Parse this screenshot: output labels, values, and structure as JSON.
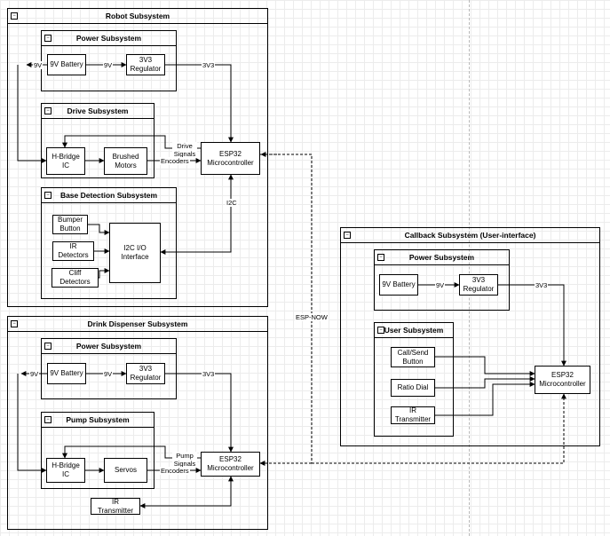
{
  "containers": {
    "robot": "Robot Subsystem",
    "robot_power": "Power Subsystem",
    "robot_drive": "Drive Subsystem",
    "robot_base": "Base Detection Subsystem",
    "drink": "Drink Dispenser Subsystem",
    "drink_power": "Power Subsystem",
    "drink_pump": "Pump Subsystem",
    "callback": "Callback Subsystem (User-interface)",
    "cb_power": "Power Subsystem",
    "cb_user": "User Subsystem"
  },
  "nodes": {
    "r_battery": "9V Battery",
    "r_regulator": "3V3 Regulator",
    "r_hbridge": "H-Bridge IC",
    "r_motors": "Brushed Motors",
    "r_esp32": "ESP32 Microcontroller",
    "r_bumper": "Bumper Button",
    "r_ir_detectors": "IR Detectors",
    "r_cliff": "Cliff Detectors",
    "r_i2c": "I2C I/O Interface",
    "d_battery": "9V Battery",
    "d_regulator": "3V3 Regulator",
    "d_hbridge": "H-Bridge IC",
    "d_servos": "Servos",
    "d_esp32": "ESP32 Microcontroller",
    "d_ir_tx": "IR Transmitter",
    "c_battery": "9V Battery",
    "c_regulator": "3V3 Regulator",
    "c_call": "Call/Send Button",
    "c_ratio": "Ratio Dial",
    "c_ir_tx": "IR Transmitter",
    "c_esp32": "ESP32 Microcontroller"
  },
  "edge_labels": {
    "r_9v_left": "9V",
    "r_9v_mid": "9V",
    "r_3v3": "3V3",
    "r_drive_signals": "Drive Signals",
    "r_encoders": "Encoders",
    "r_i2c": "I2C",
    "espnow": "ESP-NOW",
    "d_9v_left": "9V",
    "d_9v_mid": "9V",
    "d_3v3": "3V3",
    "d_pump_signals": "Pump Signals",
    "d_encoders": "Encoders",
    "c_9v": "9V",
    "c_3v3": "3V3"
  },
  "colors": {
    "line": "#000000",
    "grid": "#ececec",
    "guide": "#b8b8b8"
  }
}
